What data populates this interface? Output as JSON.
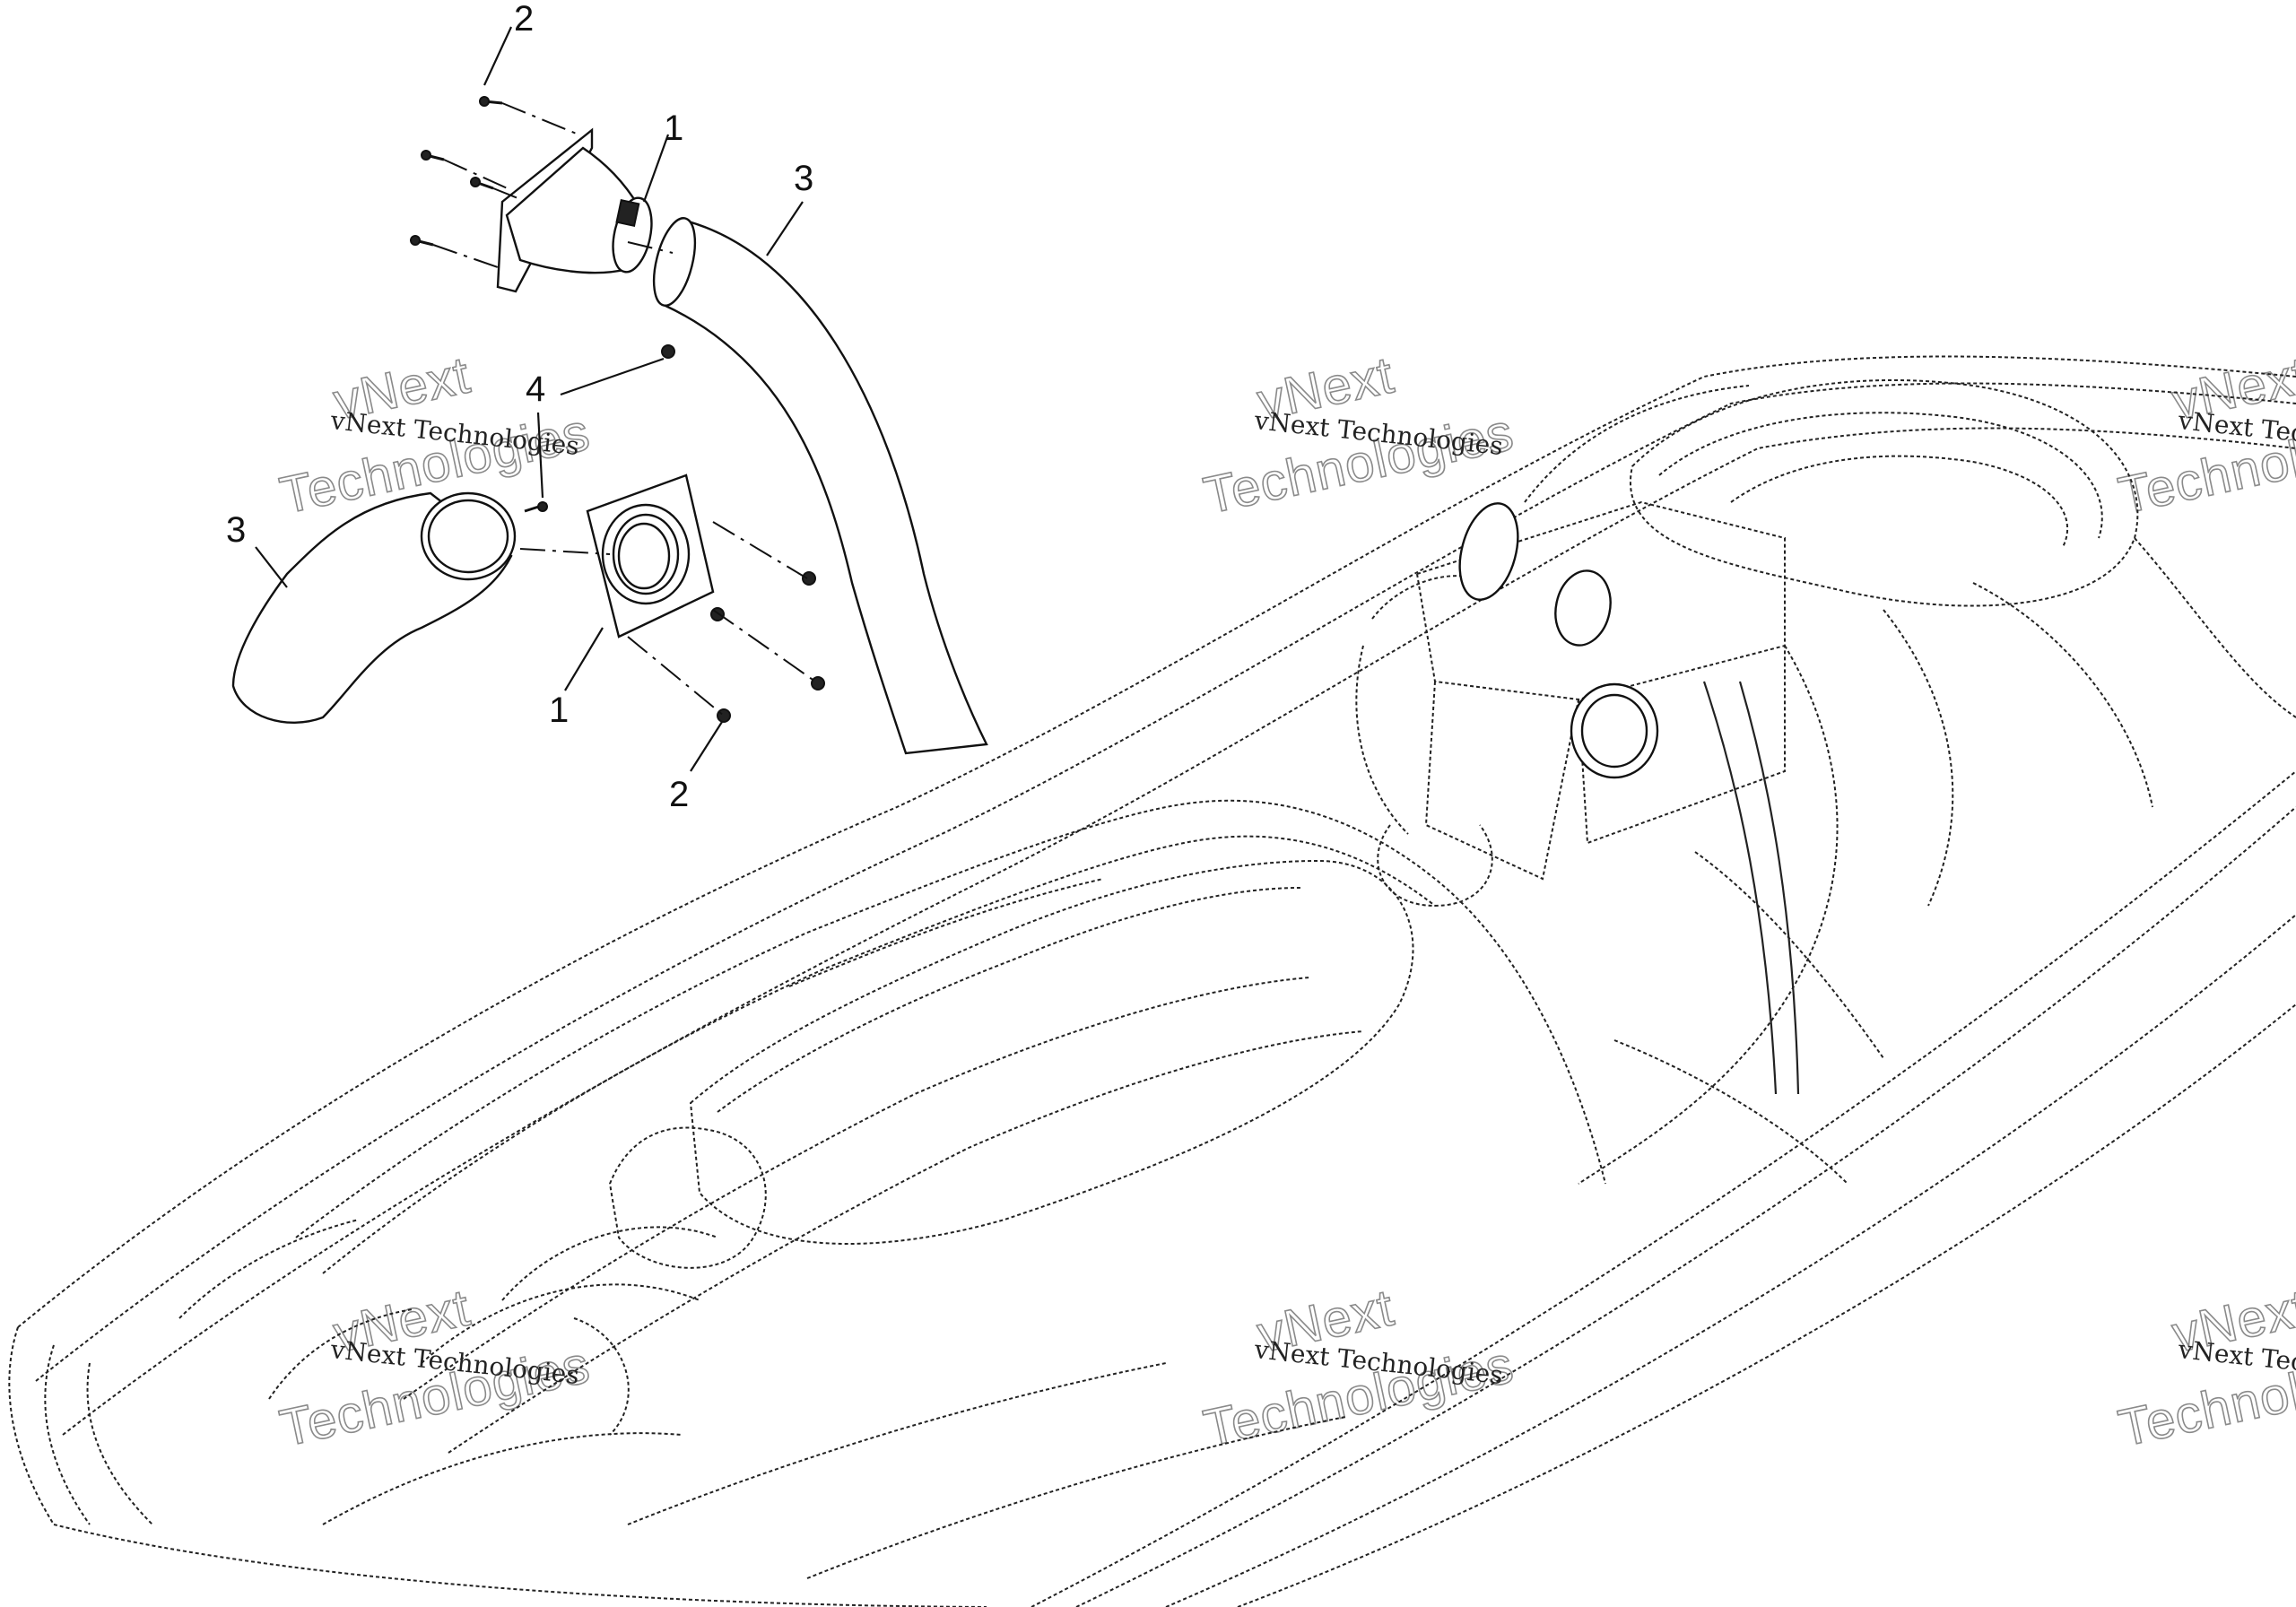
{
  "diagram": {
    "callouts": [
      {
        "id": "c1a",
        "label": "1"
      },
      {
        "id": "c1b",
        "label": "1"
      },
      {
        "id": "c2a",
        "label": "2"
      },
      {
        "id": "c2b",
        "label": "2"
      },
      {
        "id": "c3a",
        "label": "3"
      },
      {
        "id": "c3b",
        "label": "3"
      },
      {
        "id": "c4",
        "label": "4"
      }
    ],
    "watermark": {
      "line_small": "vNext Technologies",
      "big_word_1": "vNext",
      "big_word_2": "Technologies"
    }
  }
}
